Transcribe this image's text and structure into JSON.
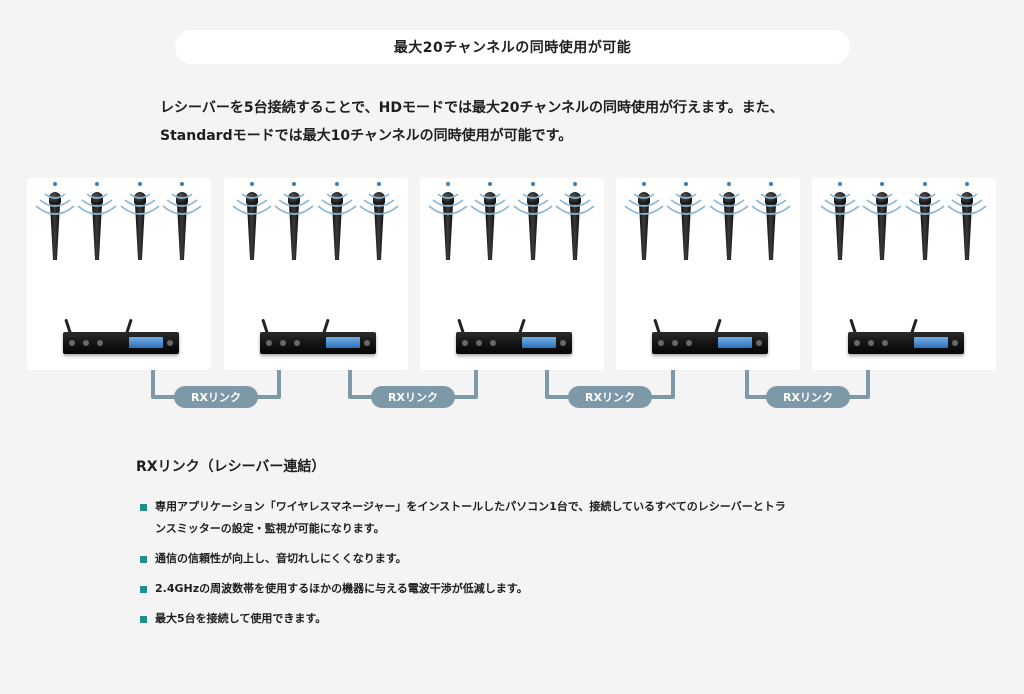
{
  "title": "最大20チャンネルの同時使用が可能",
  "intro": {
    "line1": "レシーバーを5台接続することで、HDモードでは最大20チャンネルの同時使用が行えます。また、",
    "line2": "Standardモードでは最大10チャンネルの同時使用が可能です。"
  },
  "diagram": {
    "receiver_count": 5,
    "mics_per_receiver": 4,
    "link_labels": [
      "RXリンク",
      "RXリンク",
      "RXリンク",
      "RXリンク"
    ],
    "colors": {
      "panel": "#ffffff",
      "cable": "#7d99a8",
      "wave": "#8ab6d6",
      "accent": "#1e8f8a"
    }
  },
  "section": {
    "heading": "RXリンク（レシーバー連結）",
    "bullets": [
      {
        "line1": "専用アプリケーション「ワイヤレスマネージャー」をインストールしたパソコン1台で、接続しているすべてのレシーバーとトラ",
        "line2": "ンスミッターの設定・監視が可能になります。"
      },
      {
        "line1": "通信の信頼性が向上し、音切れしにくくなります。"
      },
      {
        "line1": "2.4GHzの周波数帯を使用するほかの機器に与える電波干渉が低減します。"
      },
      {
        "line1": "最大5台を接続して使用できます。"
      }
    ]
  }
}
